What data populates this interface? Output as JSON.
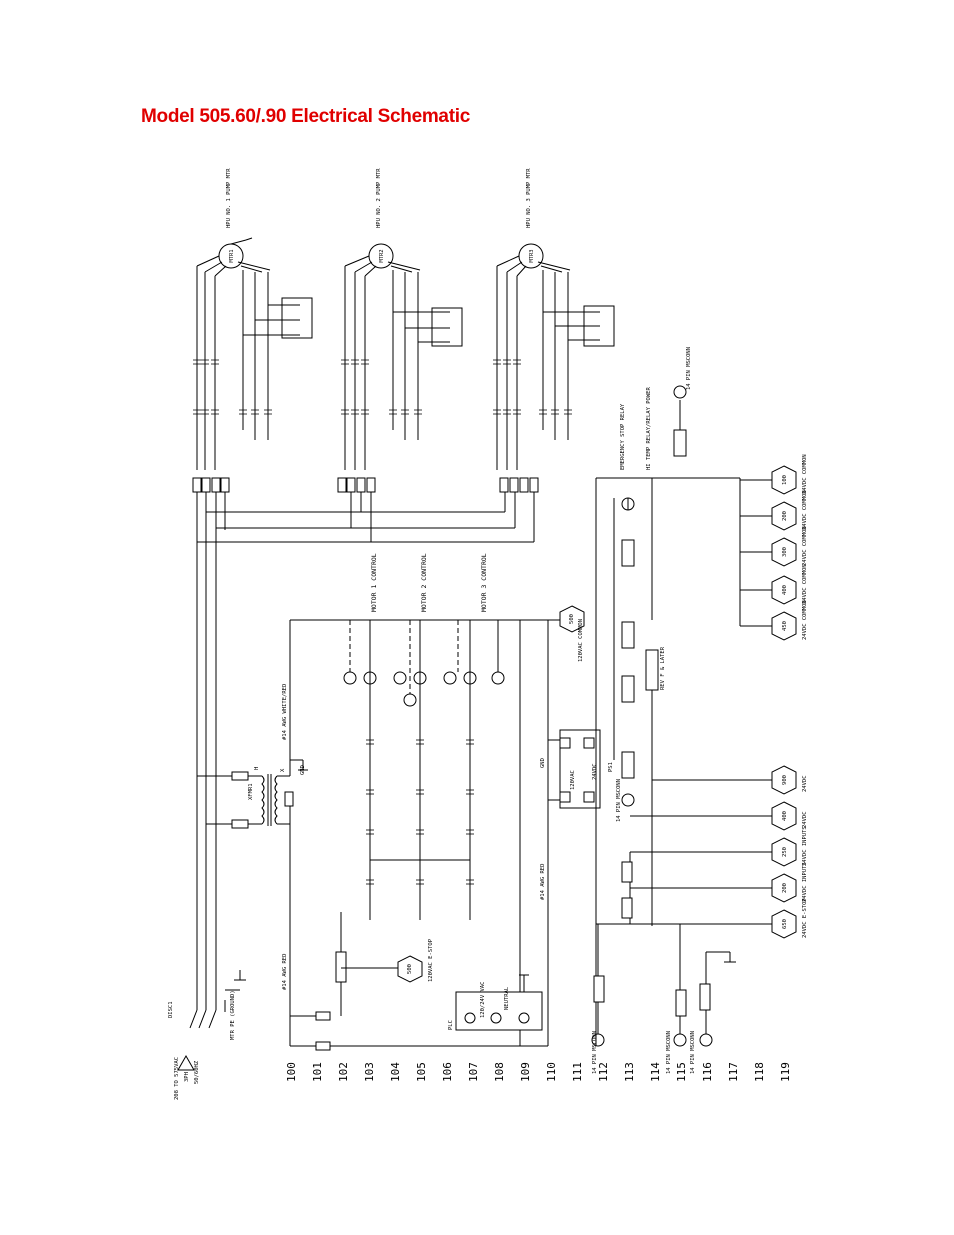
{
  "title": "Model 505.60/.90 Electrical Schematic",
  "rungs": [
    "100",
    "101",
    "102",
    "103",
    "104",
    "105",
    "106",
    "107",
    "108",
    "109",
    "110",
    "111",
    "112",
    "113",
    "114",
    "115",
    "116",
    "117",
    "118",
    "119"
  ],
  "motors": [
    {
      "name": "HPU NO. 1 PUMP MTR",
      "tag": "MTR1"
    },
    {
      "name": "HPU NO. 2 PUMP MTR",
      "tag": "MTR2"
    },
    {
      "name": "HPU NO. 3 PUMP MTR",
      "tag": "MTR3"
    }
  ],
  "supply": {
    "voltage": "208 TO 575VAC",
    "phase": "3PH",
    "freq": "50/60HZ",
    "disconnect": "DISC1",
    "ground": "MTR PE (GROUND)"
  },
  "wire_labels": {
    "white_red": "#14 AWG WHITE/RED",
    "red_left": "#14 AWG RED",
    "red_mid": "#14 AWG RED"
  },
  "transformer": {
    "tag": "XFMR1",
    "h": "H",
    "x": "X"
  },
  "power_supply": {
    "tag": "PS1",
    "in": "120VAC",
    "out": "24VDC"
  },
  "circuits": [
    "MOTOR 1 CONTROL",
    "MOTOR 2 CONTROL",
    "MOTOR 3 CONTROL"
  ],
  "relays": [
    "EMERGENCY STOP RELAY",
    "HI TEMP RELAY/RELAY POWER",
    "REV F & LATER"
  ],
  "connectors": [
    "14 PIN MSCONN"
  ],
  "terminals_right": [
    "500",
    "100",
    "200",
    "300",
    "400",
    "450"
  ],
  "terminals_bottom": [
    "650",
    "200",
    "250",
    "400",
    "900"
  ],
  "terminal_captions": {
    "common": "24VDC COMMON",
    "vac_common": "120VAC COMMON",
    "estop": "24VDC E-STOP",
    "inputs": "24VDC INPUTS",
    "vdc": "24VDC",
    "estop_ac": "120VAC E-STOP"
  },
  "plc": {
    "tag": "PLC",
    "in": "120/24V VAC",
    "neutral": "NEUTRAL"
  },
  "gnd": "GND"
}
